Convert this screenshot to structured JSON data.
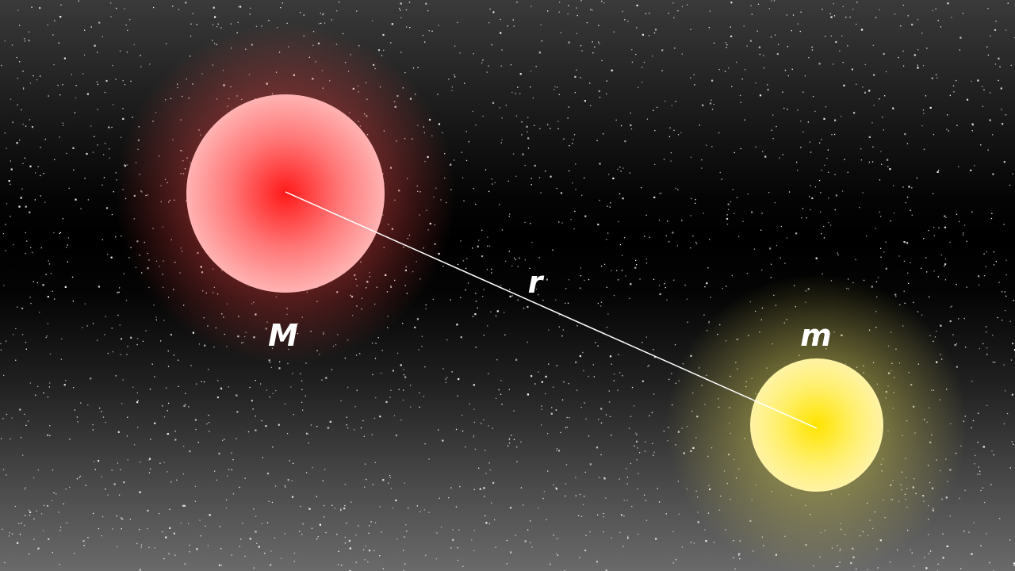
{
  "labels": {
    "large_mass": "M",
    "small_mass": "m",
    "distance": "r"
  },
  "colors": {
    "large_body_core": "#ff1a1a",
    "large_body_edge": "#ffb3b3",
    "large_body_glow": "#ff4d4d",
    "small_body_core": "#ffe400",
    "small_body_edge": "#fff3a6",
    "small_body_glow": "#e8e070",
    "connector_line": "#ffffff",
    "stars": "#ffffff"
  }
}
